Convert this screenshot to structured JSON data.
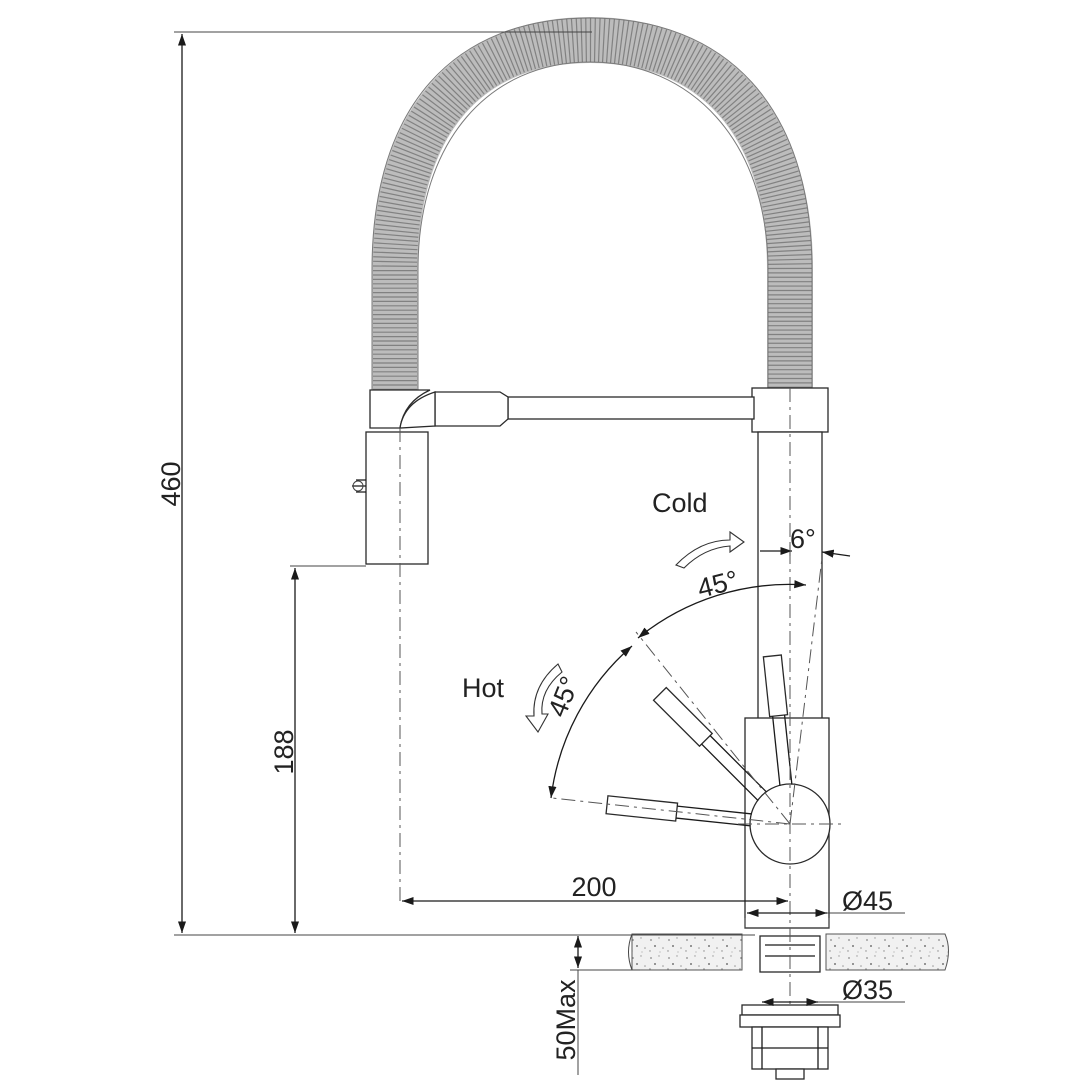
{
  "dimensions": {
    "overall_height": "460",
    "handle_height": "188",
    "reach": "200",
    "base_diameter": "Ø45",
    "hole_diameter": "Ø35",
    "max_counter_thickness": "50Max"
  },
  "angles": {
    "cold_tilt": "6°",
    "cold_range": "45°",
    "hot_range": "45°"
  },
  "labels": {
    "cold": "Cold",
    "hot": "Hot"
  }
}
